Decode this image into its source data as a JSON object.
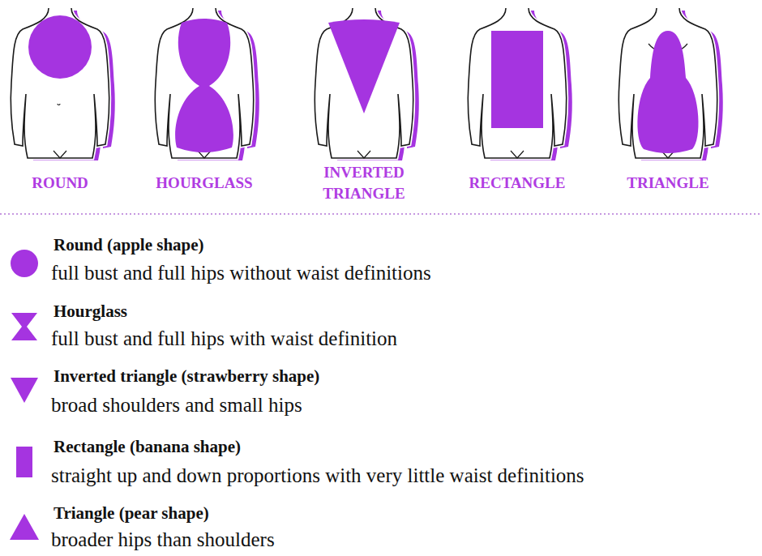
{
  "diagram": {
    "nodes": [
      {
        "text": [
          "ROUND"
        ]
      },
      {
        "text": [
          "HOURGLASS"
        ]
      },
      {
        "text": [
          "INVERTED TRIANGLE"
        ]
      },
      {
        "text": [
          "RECTANGLE"
        ]
      },
      {
        "text": [
          "TRIANGLE"
        ]
      }
    ],
    "labels": [
      "full bust and full hips without waist definitions",
      "full bust and full hips with waist definition",
      "broad shoulders and small hips",
      "straight up and down proportions with very little waist definitions",
      "broader hips than shoulders"
    ],
    "legend": [
      {
        "text": "Round (apple shape)"
      },
      {
        "text": "Hourglass"
      },
      {
        "text": "Inverted triangle (strawberry shape)"
      },
      {
        "text": "Rectangle (banana shape)"
      },
      {
        "text": "Triangle (pear shape)"
      }
    ]
  }
}
